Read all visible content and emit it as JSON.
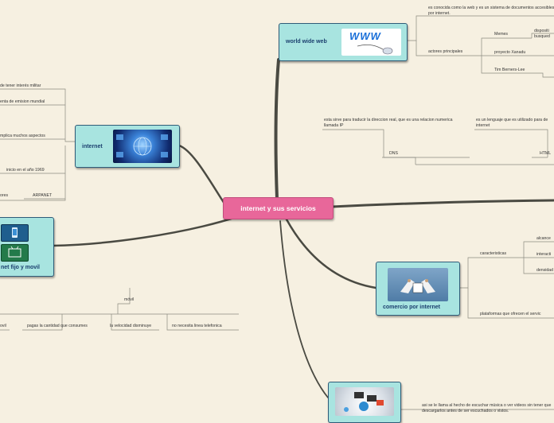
{
  "central": "internet y sus servicios",
  "www": {
    "title": "world wide web",
    "logo_text": "WWW",
    "definition": "es conocida como la web y es un sistema de documentos accesibles por internet.",
    "actores_label": "actores principales",
    "actores": [
      "Memes",
      "proyecto Xanadu",
      "Tim Berners-Lee"
    ],
    "memes_detail": "dispositi busqued"
  },
  "dns_html": {
    "dns_desc": "esta sirve para traducir la direccion real, que es una relacion numerica llamada IP",
    "dns_label": "DNS",
    "html_desc": "es un lenguaje que es utilizado para de internet",
    "html_label": "HTML"
  },
  "internet": {
    "title": "internet",
    "facts": [
      "de tener interés militar",
      "enta de emision mundial",
      "mplica muchos aspectos",
      "inicio en el año 1969",
      "ores",
      "ARPANET"
    ]
  },
  "fijo": {
    "title": "net fijo y movil",
    "movil_label": "móvil",
    "movil_items": [
      "pagas la cantidad que consumes",
      "la velocidad disminuye",
      "no necesita linea telefonica"
    ],
    "left_cut": "ovil"
  },
  "comercio": {
    "title": "comercio por  internet",
    "car_label": "caracteristicas",
    "car_items": [
      "alcance",
      "interacti",
      "densidad"
    ],
    "plataformas": "plataformas que ofrecen el servic"
  },
  "streaming": {
    "desc": "asi se le llama al hecho de escuchar música o ver videos sin tener que descargarlos antes de ser escuchados o vistos."
  },
  "colors": {
    "branch": "#4a4a42",
    "thin": "#8a8a80",
    "node_fill": "#a8e4e0",
    "central": "#e8679a"
  }
}
